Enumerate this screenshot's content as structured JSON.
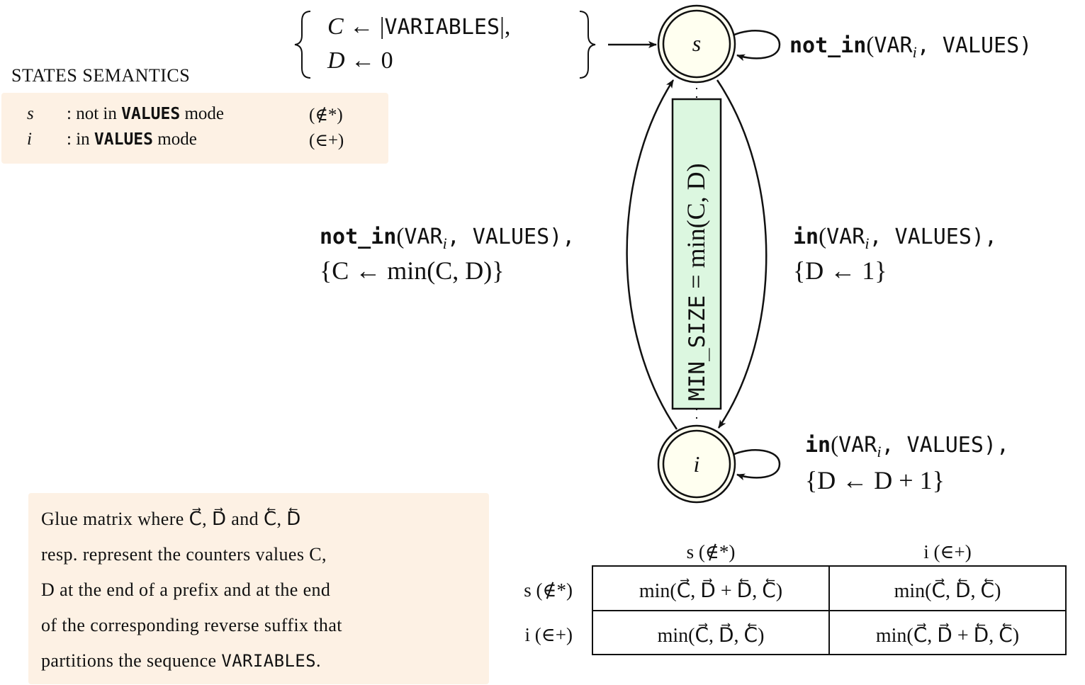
{
  "legend": {
    "title": "STATES SEMANTICS",
    "rows": [
      {
        "state": "s",
        "desc_pre": ": not in ",
        "desc_code": "VALUES",
        "desc_post": " mode",
        "mark": "(∉*)"
      },
      {
        "state": "i",
        "desc_pre": ": in ",
        "desc_code": "VALUES",
        "desc_post": " mode",
        "mark": "(∈+)"
      }
    ]
  },
  "init": {
    "line1_var": "C",
    "line1_arrow": " ← |",
    "line1_code": "VARIABLES",
    "line1_post": "|,",
    "line2_var": "D",
    "line2_post": " ← 0"
  },
  "states": {
    "s": {
      "label": "s"
    },
    "i": {
      "label": "i"
    }
  },
  "self_loop_s": {
    "fn": "not_in",
    "args_pre": "(",
    "arg1": "VAR",
    "arg1_sub": "i",
    "arg2": ", VALUES)"
  },
  "self_loop_i": {
    "fn": "in",
    "args_pre": "(",
    "arg1": "VAR",
    "arg1_sub": "i",
    "arg2": ", VALUES),",
    "update": "{D ← D + 1}"
  },
  "edge_i_to_s": {
    "fn": "not_in",
    "args_pre": "(",
    "arg1": "VAR",
    "arg1_sub": "i",
    "arg2": ", VALUES),",
    "update": "{C ← min(C, D)}"
  },
  "edge_s_to_i": {
    "fn": "in",
    "args_pre": "(",
    "arg1": "VAR",
    "arg1_sub": "i",
    "arg2": ", VALUES),",
    "update": "{D ← 1}"
  },
  "result": {
    "code": "MIN_SIZE",
    "expr": " = min(C, D)"
  },
  "glue_text": {
    "lines": [
      "Glue matrix where C⃗, D⃗ and C⃖, D⃖",
      "resp. represent the counters values C,",
      "D at the end of a prefix and at the end",
      "of the corresponding reverse suffix that",
      "partitions the sequence "
    ],
    "last_code": "VARIABLES",
    "last_post": "."
  },
  "glue_table": {
    "col_headers": [
      "s (∉*)",
      "i (∈+)"
    ],
    "row_headers": [
      "s (∉*)",
      "i (∈+)"
    ],
    "cells": [
      [
        "min(C⃗, D⃗ + D⃖, C⃖)",
        "min(C⃗, D⃖, C⃖)"
      ],
      [
        "min(C⃗, D⃗, C⃖)",
        "min(C⃗, D⃗ + D⃖, C⃖)"
      ]
    ]
  },
  "colors": {
    "state_fill": "#fffff0",
    "result_fill": "#dcf7e0",
    "box_fill": "#fdf1e4",
    "stroke": "#111111"
  }
}
